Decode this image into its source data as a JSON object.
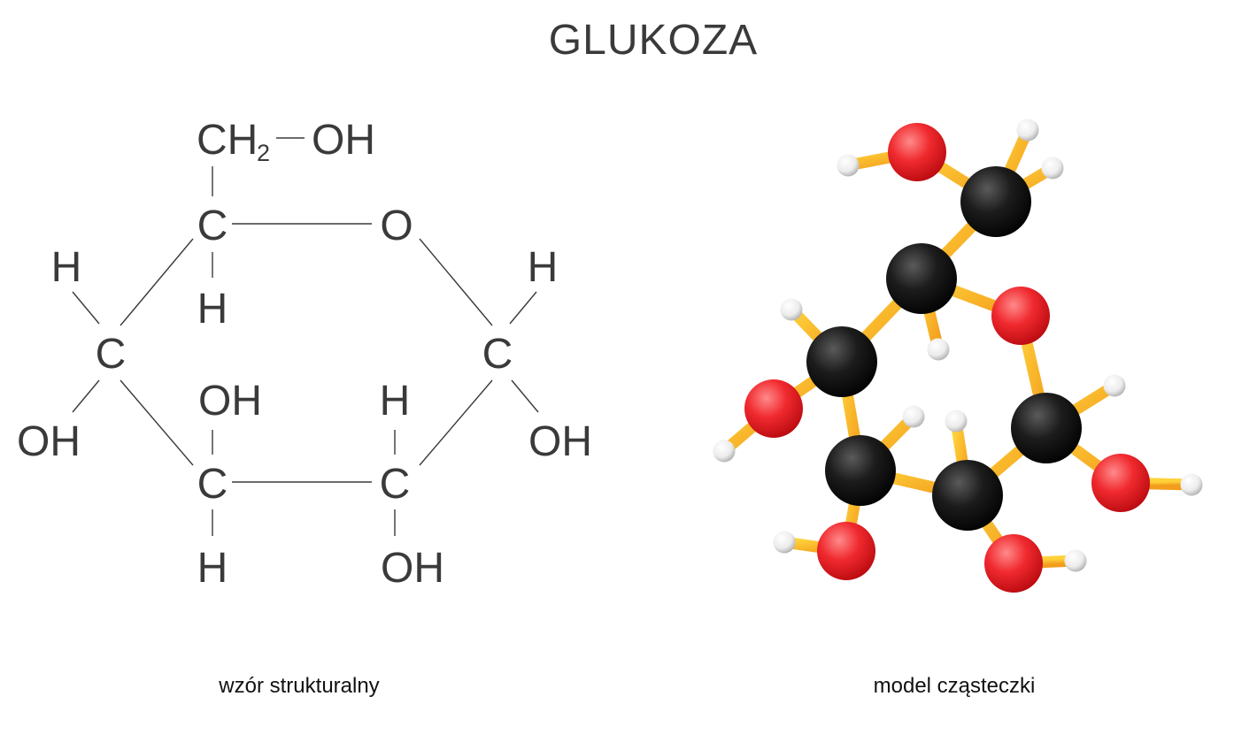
{
  "title": "GLUKOZA",
  "structural_formula": {
    "caption": "wzór strukturalny",
    "labels": {
      "ch2": "CH",
      "ch2_sub": "2",
      "oh_top": "OH",
      "c1": "C",
      "o_ring": "O",
      "h_left": "H",
      "h_c1": "H",
      "h_right": "H",
      "c_left": "C",
      "c_right": "C",
      "oh_left": "OH",
      "oh_c_bottom_left": "OH",
      "h_c_bottom_right": "H",
      "oh_right": "OH",
      "c_bottom_left": "C",
      "c_bottom_right": "C",
      "h_bottom": "H",
      "oh_bottom": "OH"
    }
  },
  "molecule_model": {
    "caption": "model cząsteczki",
    "atom_colors": {
      "carbon": "#1a1a1a",
      "oxygen": "#ee2228",
      "hydrogen": "#e6e6e6"
    },
    "bond_color": "#f6b52a"
  }
}
